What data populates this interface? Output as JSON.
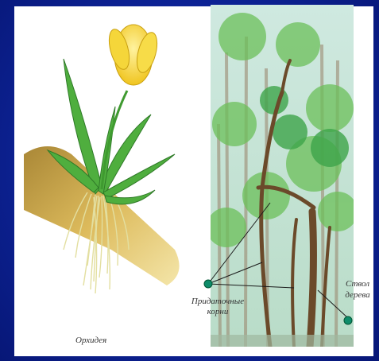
{
  "captions": {
    "orchid": "Орхидея",
    "adventitious_roots": "Придаточные корни",
    "trunk_line1": "Ствол",
    "trunk_line2": "дерева"
  },
  "colors": {
    "background": "#0d2396",
    "panel": "#ffffff",
    "flower": "#f5d63a",
    "leaf": "#5bb84a",
    "root": "#e8e4a8",
    "branch": "#b8952f",
    "trunk": "#6b4a2a",
    "pointer": "#0e8c6a"
  },
  "icons": [
    "orchid-illustration",
    "banyan-forest-illustration"
  ]
}
